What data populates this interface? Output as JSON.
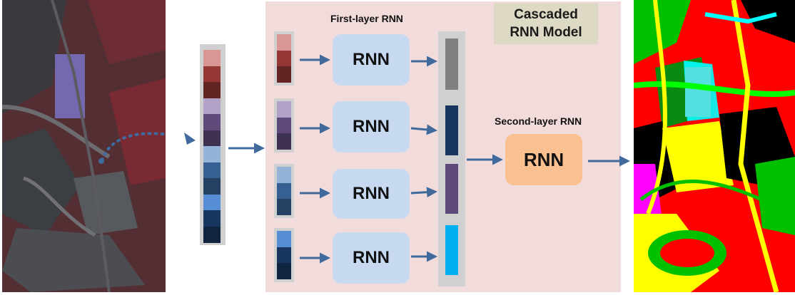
{
  "model_title": "Cascaded\nRNN Model",
  "first_layer_label": "First-layer RNN",
  "second_layer_label": "Second-layer RNN",
  "first_layer_nodes": [
    "RNN",
    "RNN",
    "RNN",
    "RNN"
  ],
  "second_layer_node": "RNN",
  "colors": {
    "panel_bg": "#f2dcdb",
    "title_bg": "#ddd9c4",
    "rnn_box": "#c6d9f1",
    "rnn2_box": "#fac090",
    "arrow": "#3f6a9b",
    "gray_strip": "#d0d0d0"
  },
  "spectral_vector_colors": [
    "#d99694",
    "#953735",
    "#632523",
    "#b3a2c7",
    "#604a7b",
    "#3f3151",
    "#95b3d7",
    "#366092",
    "#244062",
    "#558ed5",
    "#17375e",
    "#0f243e"
  ],
  "group_colors": [
    [
      "#d99694",
      "#953735",
      "#632523"
    ],
    [
      "#b3a2c7",
      "#604a7b",
      "#3f3151"
    ],
    [
      "#95b3d7",
      "#366092",
      "#244062"
    ],
    [
      "#558ed5",
      "#17375e",
      "#0f243e"
    ]
  ],
  "feature_colors": [
    "#7f7f7f",
    "#17375e",
    "#5f497a",
    "#00b0f0"
  ],
  "icons": [
    "input-image",
    "classification-map",
    "dotted-arrow"
  ]
}
